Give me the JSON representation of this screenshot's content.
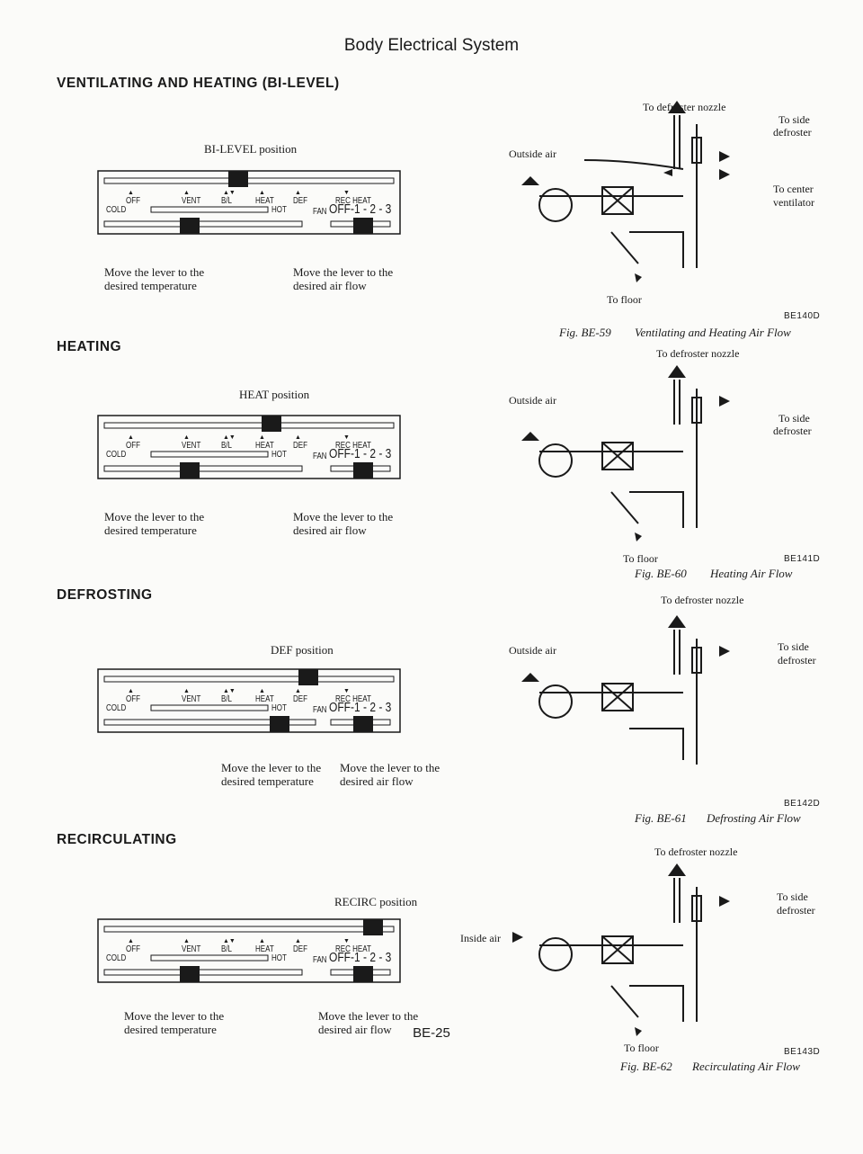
{
  "header": "Body Electrical System",
  "page_number": "BE-25",
  "sections": [
    {
      "title": "VENTILATING AND HEATING (BI-LEVEL)",
      "position_label": "BI-LEVEL position",
      "left_note_1": "Move the lever to the",
      "left_note_2": "desired temperature",
      "right_note_1": "Move the lever to the",
      "right_note_2": "desired air flow"
    },
    {
      "title": "HEATING",
      "position_label": "HEAT position",
      "left_note_1": "Move the lever to the",
      "left_note_2": "desired temperature",
      "right_note_1": "Move the lever to the",
      "right_note_2": "desired air flow"
    },
    {
      "title": "DEFROSTING",
      "position_label": "DEF position",
      "left_note_1": "Move the lever to the",
      "left_note_2": "desired temperature",
      "right_note_1": "Move the lever to the",
      "right_note_2": "desired air flow"
    },
    {
      "title": "RECIRCULATING",
      "position_label": "RECIRC position",
      "left_note_1": "Move the lever to the",
      "left_note_2": "desired temperature",
      "right_note_1": "Move the lever to the",
      "right_note_2": "desired air flow"
    }
  ],
  "panel": {
    "modes": [
      "OFF",
      "VENT",
      "B/L",
      "HEAT",
      "DEF",
      "REC HEAT"
    ],
    "cold": "COLD",
    "hot": "HOT",
    "fan": "FAN",
    "fan_speeds": "OFF-1 - 2 - 3"
  },
  "figures": [
    {
      "defroster_nozzle": "To defroster nozzle",
      "side_defroster_1": "To side",
      "side_defroster_2": "defroster",
      "center_ventilator_1": "To center",
      "center_ventilator_2": "ventilator",
      "air_source": "Outside air",
      "floor": "To floor",
      "code": "BE140D",
      "caption_num": "Fig. BE-59",
      "caption_title": "Ventilating and Heating Air Flow"
    },
    {
      "defroster_nozzle": "To defroster nozzle",
      "side_defroster_1": "To side",
      "side_defroster_2": "defroster",
      "air_source": "Outside air",
      "floor": "To floor",
      "code": "BE141D",
      "caption_num": "Fig. BE-60",
      "caption_title": "Heating Air Flow"
    },
    {
      "defroster_nozzle": "To defroster nozzle",
      "side_defroster_1": "To side",
      "side_defroster_2": "defroster",
      "air_source": "Outside air",
      "code": "BE142D",
      "caption_num": "Fig. BE-61",
      "caption_title": "Defrosting Air Flow"
    },
    {
      "defroster_nozzle": "To defroster nozzle",
      "side_defroster_1": "To side",
      "side_defroster_2": "defroster",
      "air_source": "Inside air",
      "floor": "To floor",
      "code": "BE143D",
      "caption_num": "Fig. BE-62",
      "caption_title": "Recirculating Air Flow"
    }
  ]
}
